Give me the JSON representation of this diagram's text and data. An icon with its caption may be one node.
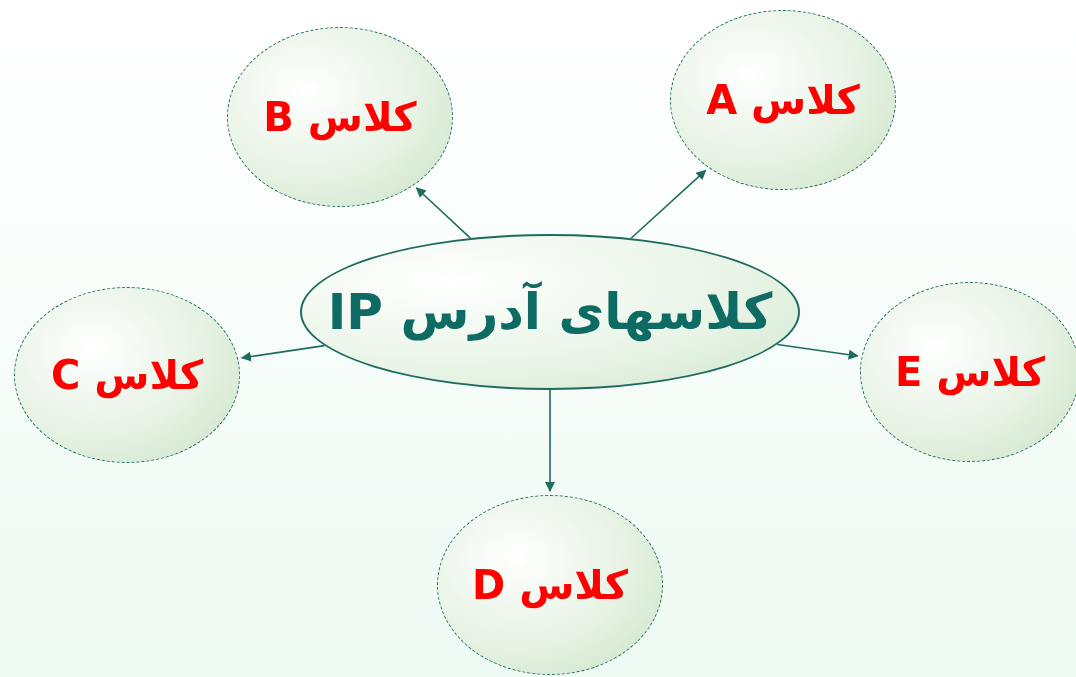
{
  "diagram": {
    "nodes": [
      {
        "text": [
          "کلاسهای آدرس IP"
        ]
      },
      {
        "text": [
          "کلاس A"
        ]
      },
      {
        "text": [
          "کلاس B"
        ]
      },
      {
        "text": [
          "کلاس C"
        ]
      },
      {
        "text": [
          "کلاس E"
        ]
      },
      {
        "text": [
          "کلاس D"
        ]
      }
    ],
    "edges": [
      {
        "from": 0,
        "to": 1,
        "arrow": "to"
      },
      {
        "from": 0,
        "to": 2,
        "arrow": "to"
      },
      {
        "from": 0,
        "to": 3,
        "arrow": "to"
      },
      {
        "from": 0,
        "to": 4,
        "arrow": "to"
      },
      {
        "from": 0,
        "to": 5,
        "arrow": "to"
      }
    ]
  }
}
